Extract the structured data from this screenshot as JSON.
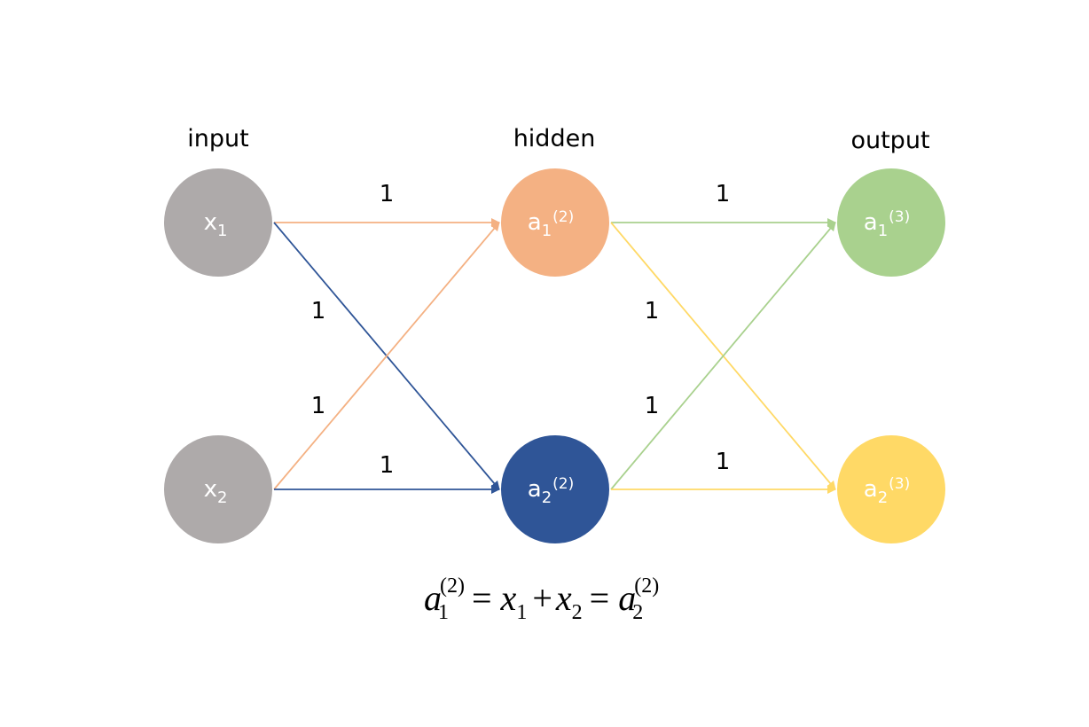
{
  "layers": [
    {
      "label": "input"
    },
    {
      "label": "hidden"
    },
    {
      "label": "output"
    }
  ],
  "nodes": [
    {
      "id": "x1",
      "base": "x",
      "sub": "1",
      "sup": "",
      "color": "#aeaaaa",
      "layer": 0,
      "row": 0
    },
    {
      "id": "x2",
      "base": "x",
      "sub": "2",
      "sup": "",
      "color": "#aeaaaa",
      "layer": 0,
      "row": 1
    },
    {
      "id": "a1_2",
      "base": "a",
      "sub": "1",
      "sup": "(2)",
      "color": "#f4b183",
      "layer": 1,
      "row": 0
    },
    {
      "id": "a2_2",
      "base": "a",
      "sub": "2",
      "sup": "(2)",
      "color": "#2f5597",
      "layer": 1,
      "row": 1
    },
    {
      "id": "a1_3",
      "base": "a",
      "sub": "1",
      "sup": "(3)",
      "color": "#a9d18e",
      "layer": 2,
      "row": 0
    },
    {
      "id": "a2_3",
      "base": "a",
      "sub": "2",
      "sup": "(3)",
      "color": "#ffd966",
      "layer": 2,
      "row": 1
    }
  ],
  "edges": [
    {
      "from": "x1",
      "to": "a1_2",
      "weight": "1",
      "color": "#f4b183"
    },
    {
      "from": "x1",
      "to": "a2_2",
      "weight": "1",
      "color": "#2f5597"
    },
    {
      "from": "x2",
      "to": "a1_2",
      "weight": "1",
      "color": "#f4b183"
    },
    {
      "from": "x2",
      "to": "a2_2",
      "weight": "1",
      "color": "#2f5597"
    },
    {
      "from": "a1_2",
      "to": "a1_3",
      "weight": "1",
      "color": "#a9d18e"
    },
    {
      "from": "a1_2",
      "to": "a2_3",
      "weight": "1",
      "color": "#ffd966"
    },
    {
      "from": "a2_2",
      "to": "a1_3",
      "weight": "1",
      "color": "#a9d18e"
    },
    {
      "from": "a2_2",
      "to": "a2_3",
      "weight": "1",
      "color": "#ffd966"
    }
  ],
  "formula": {
    "lhs_base": "a",
    "lhs_sub": "1",
    "lhs_sup": "(2)",
    "eq1": "=",
    "t1_base": "x",
    "t1_sub": "1",
    "plus": "+",
    "t2_base": "x",
    "t2_sub": "2",
    "eq2": "=",
    "rhs_base": "a",
    "rhs_sub": "2",
    "rhs_sup": "(2)"
  }
}
